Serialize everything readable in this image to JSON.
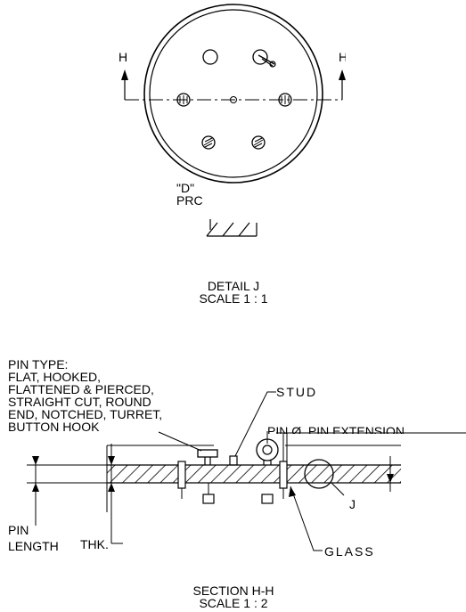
{
  "detail": {
    "section_mark_left": "H",
    "section_mark_right": "H",
    "callout_line1": "\"D\"",
    "callout_line2": "PRC",
    "title": "DETAIL J",
    "scale": "SCALE 1 : 1"
  },
  "section": {
    "pin_type_lines": [
      "PIN TYPE:",
      "FLAT, HOOKED,",
      "FLATTENED & PIERCED,",
      "STRAIGHT CUT, ROUND",
      "END, NOTCHED, TURRET,",
      "BUTTON HOOK"
    ],
    "stud": "STUD",
    "pin_extension": "PIN Ø  PIN EXTENSION",
    "pin_length_line1": "PIN",
    "pin_length_line2": "LENGTH",
    "thk": "THK.",
    "glass": "GLASS",
    "detail_ref": "J",
    "title": "SECTION H-H",
    "scale": "SCALE 1 : 2"
  }
}
